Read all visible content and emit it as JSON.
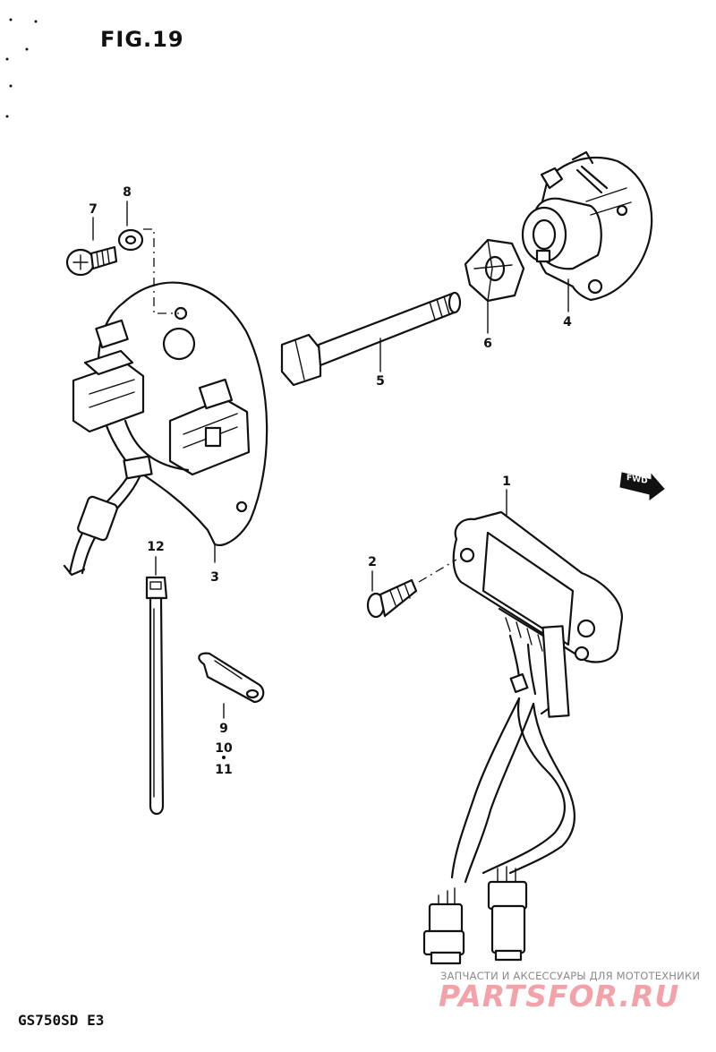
{
  "figure": {
    "title": "FIG.19",
    "model": "GS750SD  E3"
  },
  "forward_label": "FWD",
  "callouts": [
    {
      "id": "1",
      "label": "1"
    },
    {
      "id": "2",
      "label": "2"
    },
    {
      "id": "3",
      "label": "3"
    },
    {
      "id": "4",
      "label": "4"
    },
    {
      "id": "5",
      "label": "5"
    },
    {
      "id": "6",
      "label": "6"
    },
    {
      "id": "7",
      "label": "7"
    },
    {
      "id": "8",
      "label": "8"
    },
    {
      "id": "9",
      "label": "9"
    },
    {
      "id": "10",
      "label": "10"
    },
    {
      "id": "11",
      "label": "11"
    },
    {
      "id": "12",
      "label": "12"
    }
  ],
  "watermark": {
    "tagline": "ЗАПЧАСТИ И АКСЕССУАРЫ ДЛЯ МОТОТЕХНИКИ",
    "brand": "PARTSFOR.RU"
  }
}
